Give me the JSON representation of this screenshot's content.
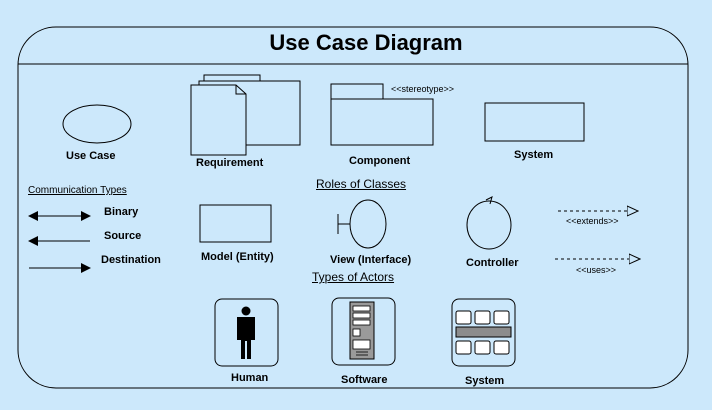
{
  "title": "Use Case Diagram",
  "shapes": {
    "use_case": "Use Case",
    "requirement": "Requirement",
    "component": "Component",
    "stereotype": "<<stereotype>>",
    "system": "System"
  },
  "communication": {
    "heading": "Communication Types",
    "binary": "Binary",
    "source": "Source",
    "destination": "Destination"
  },
  "roles": {
    "heading": "Roles of Classes",
    "model": "Model (Entity)",
    "view": "View (Interface)",
    "controller": "Controller"
  },
  "relations": {
    "extends": "<<extends>>",
    "uses": "<<uses>>"
  },
  "actors": {
    "heading": "Types of Actors",
    "human": "Human",
    "software": "Software",
    "system": "System"
  }
}
